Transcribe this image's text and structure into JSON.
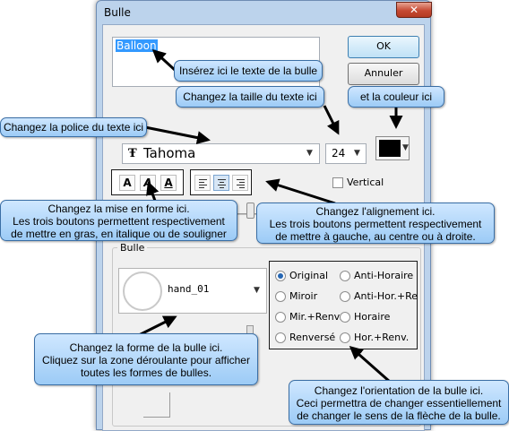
{
  "dialog": {
    "title": "Bulle",
    "close_glyph": "✕",
    "text_value": "Balloon",
    "ok_label": "OK",
    "cancel_label": "Annuler",
    "font_icon": "Ŧ",
    "font_value": "Tahoma",
    "size_value": "24",
    "text_color": "#000000",
    "dropdown_arrow": "▼",
    "format_buttons": {
      "bold": "A",
      "italic": "A",
      "underline": "A"
    },
    "vertical_label": "Vertical",
    "bubble_group_label": "Bulle",
    "shape_value": "hand_01",
    "orientations": [
      "Original",
      "Anti-Horaire",
      "Miroir",
      "Anti-Hor.+Re",
      "Mir.+Renv.",
      "Horaire",
      "Renversé",
      "Hor.+Renv."
    ],
    "selected_orientation": "Original"
  },
  "annotations": {
    "text": "Insérez ici le texte de la bulle",
    "size": "Changez la taille du texte ici",
    "color": "et la couleur ici",
    "font": "Changez la police du texte ici",
    "format": [
      "Changez la mise en forme ici.",
      "Les trois boutons permettent respectivement",
      "de mettre en gras, en italique ou de souligner"
    ],
    "alignment": [
      "Changez l'alignement ici.",
      "Les trois boutons permettent respectivement",
      "de mettre à gauche, au centre ou à droite."
    ],
    "shape": [
      "Changez la forme de la bulle ici.",
      "Cliquez sur la zone déroulante pour afficher",
      "toutes les formes de bulles."
    ],
    "orientation": [
      "Changez l'orientation de la bulle ici.",
      "Ceci permettra de changer essentiellement",
      "de changer le sens de la flèche de la bulle."
    ]
  },
  "colors": {
    "callout_fill": "#9ccbf6",
    "callout_border": "#3a6ea5",
    "selection": "#3399ff",
    "close_button": "#c64a33"
  }
}
